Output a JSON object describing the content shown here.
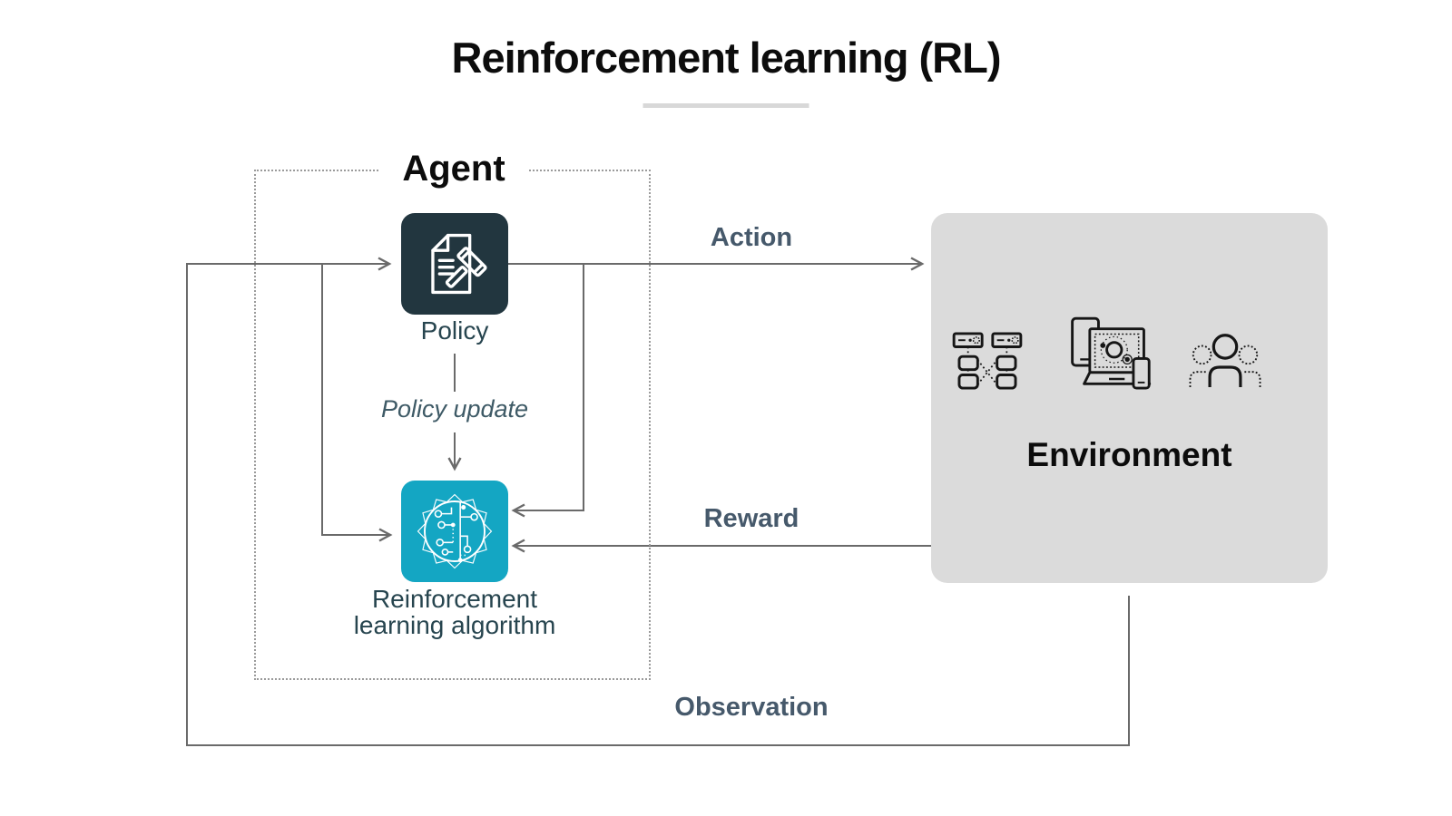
{
  "title": "Reinforcement learning (RL)",
  "agent_group": {
    "label": "Agent"
  },
  "policy": {
    "label": "Policy"
  },
  "policy_update": {
    "label": "Policy update"
  },
  "rl_algorithm": {
    "line1": "Reinforcement",
    "line2": "learning algorithm"
  },
  "environment": {
    "label": "Environment",
    "icons": [
      "network-nodes-icon",
      "devices-icon",
      "people-icon"
    ]
  },
  "edges": {
    "action": "Action",
    "reward": "Reward",
    "observation": "Observation"
  },
  "agent_icons": [
    "policy-document-gavel-icon",
    "rl-brain-circuit-icon"
  ],
  "colors": {
    "teal_box": "#14a6c3",
    "dark_slate_box": "#22363f",
    "environment_bg": "#dbdbdb",
    "connector_gray": "#6a6a6a",
    "dotted_border": "#9a9a9a",
    "edge_label_text": "#46596b",
    "node_label_text": "#27454f",
    "heading_text": "#0c0c0c"
  }
}
